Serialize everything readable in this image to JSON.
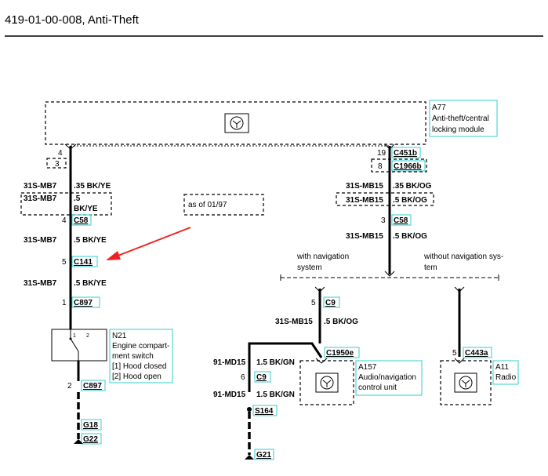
{
  "header": {
    "title": "419-01-00-008, Anti-Theft"
  },
  "modules": {
    "a77": {
      "id": "A77",
      "line1": "Anti-theft/central",
      "line2": "locking module"
    },
    "n21": {
      "id": "N21",
      "line1": "Engine compart-",
      "line2": "ment switch",
      "line3": "[1] Hood closed",
      "line4": "[2] Hood open"
    },
    "a157": {
      "id": "A157",
      "line1": "Audio/navigation",
      "line2": "control unit"
    },
    "a11": {
      "id": "A11",
      "line1": "Radio"
    }
  },
  "connectors": {
    "c451b": "C451b",
    "c1966b": "C1966b",
    "c58_left": "C58",
    "c58_right": "C58",
    "c141": "C141",
    "c897_top": "C897",
    "c897_bottom": "C897",
    "c9_top": "C9",
    "c9_bottom": "C9",
    "c1950e": "C1950e",
    "c443a": "C443a",
    "g18": "G18",
    "g22": "G22",
    "s164": "S164",
    "g21": "G21"
  },
  "pins": {
    "a77_left": "4",
    "a77_left_alt": "3",
    "c58_left": "4",
    "c141": "5",
    "c897_top": "1",
    "c897_bottom": "2",
    "c451b": "19",
    "c1966b": "8",
    "c58_right": "3",
    "c9_top": "5",
    "c9_bottom": "6",
    "c443a": "5",
    "switch_pos1": "1",
    "switch_pos2": "2"
  },
  "wires": {
    "w1": {
      "circuit": "31S-MB7",
      "spec": ".35 BK/YE"
    },
    "w1_alt": {
      "circuit": "31S-MB7",
      "spec_a": ".5",
      "spec_b": "BK/YE"
    },
    "w2": {
      "circuit": "31S-MB7",
      "spec": ".5 BK/YE"
    },
    "w3": {
      "circuit": "31S-MB7",
      "spec": ".5 BK/YE"
    },
    "w4": {
      "circuit": "31S-MB15",
      "spec": ".35 BK/OG"
    },
    "w4_alt": {
      "circuit": "31S-MB15",
      "spec": ".5 BK/OG"
    },
    "w5": {
      "circuit": "31S-MB15",
      "spec": ".5 BK/OG"
    },
    "w6": {
      "circuit": "31S-MB15",
      "spec": ".5 BK/OG"
    },
    "w7": {
      "circuit": "91-MD15",
      "spec": "1.5 BK/GN"
    },
    "w8": {
      "circuit": "91-MD15",
      "spec": "1.5 BK/GN"
    }
  },
  "notes": {
    "as_of": "as of 01/97",
    "with_nav_1": "with navigation",
    "with_nav_2": "system",
    "without_nav_1": "without navigation sys-",
    "without_nav_2": "tem"
  },
  "colors": {
    "connector_box": "#33cccc",
    "arrow": "#ee2222",
    "wire": "#000000"
  }
}
